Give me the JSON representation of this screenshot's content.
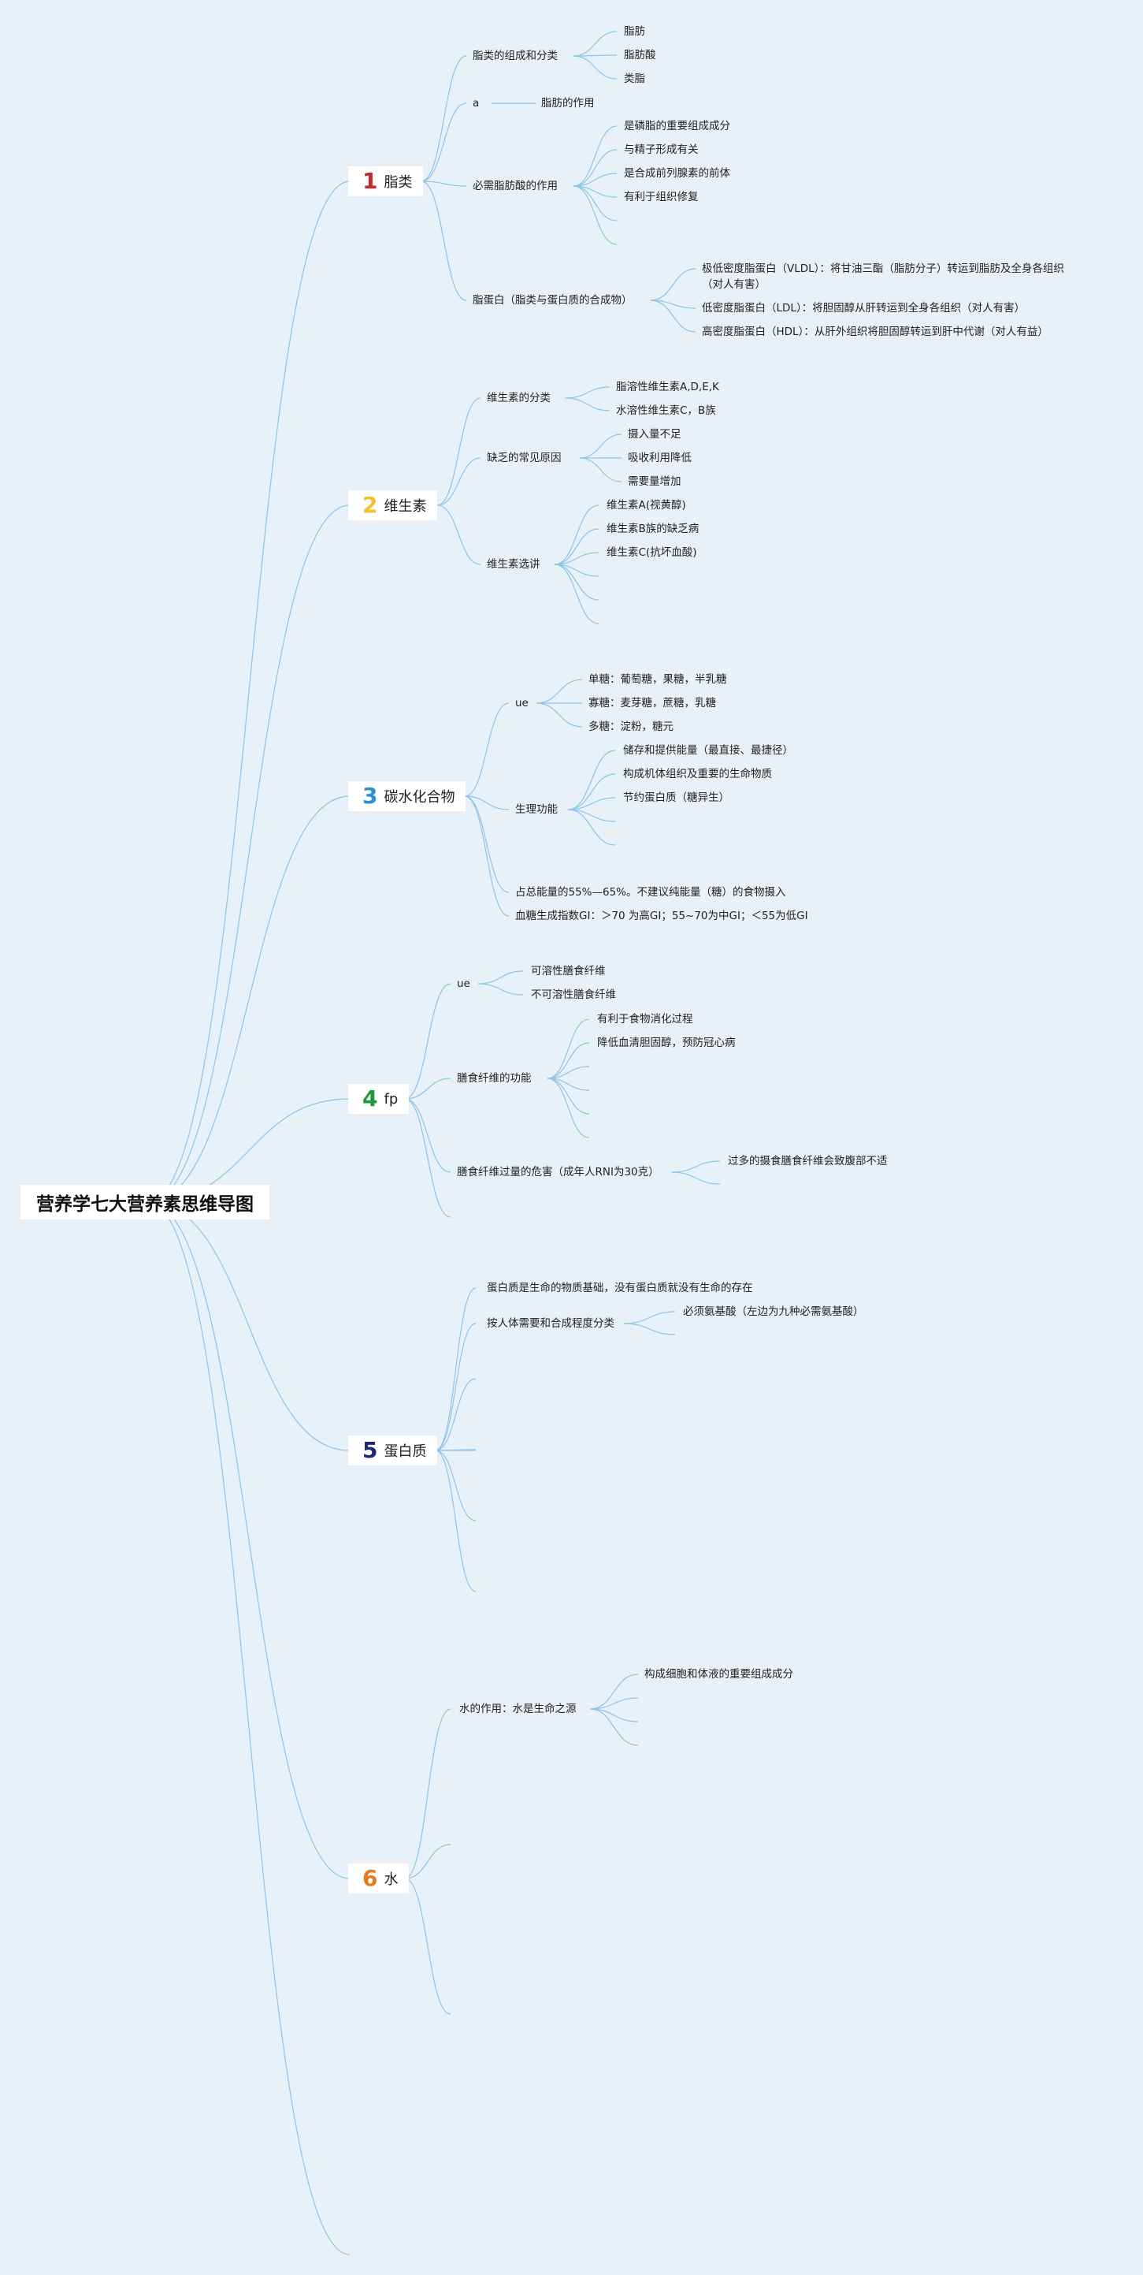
{
  "root": {
    "title": "营养学七大营养素思维导图"
  },
  "categories": [
    {
      "number": "1",
      "name": "脂类",
      "color": "#c62b2b"
    },
    {
      "number": "2",
      "name": "维生素",
      "color": "#f2c32d"
    },
    {
      "number": "3",
      "name": "碳水化合物",
      "color": "#2e8fd1"
    },
    {
      "number": "4",
      "name": "fp",
      "color": "#1f9a3a"
    },
    {
      "number": "5",
      "name": "蛋白质",
      "color": "#1b2a78"
    },
    {
      "number": "6",
      "name": "水",
      "color": "#e67a1e"
    }
  ],
  "labels": {
    "lipid_composition": "脂类的组成和分类",
    "fat": "脂肪",
    "fatty_acid": "脂肪酸",
    "lipoid": "类脂",
    "a": "a",
    "fat_function": "脂肪的作用",
    "efa_function": "必需脂肪酸的作用",
    "efa_1": "是磷脂的重要组成成分",
    "efa_2": "与精子形成有关",
    "efa_3": "是合成前列腺素的前体",
    "efa_4": "有利于组织修复",
    "lipoprotein": "脂蛋白（脂类与蛋白质的合成物）",
    "vldl_1": "极低密度脂蛋白（VLDL）：将甘油三酯（脂肪分子）转运到脂肪及全身各组织",
    "vldl_2": "（对人有害）",
    "ldl": "低密度脂蛋白（LDL）：将胆固醇从肝转运到全身各组织（对人有害）",
    "hdl": "高密度脂蛋白（HDL）：从肝外组织将胆固醇转运到肝中代谢（对人有益）",
    "vit_class": "维生素的分类",
    "fat_soluble": "脂溶性维生素A,D,E,K",
    "water_soluble": "水溶性维生素C，B族",
    "deficiency": "缺乏的常见原因",
    "def_1": "摄入量不足",
    "def_2": "吸收利用降低",
    "def_3": "需要量增加",
    "vit_detail": "维生素选讲",
    "vit_a": "维生素A(视黄醇)",
    "vit_b": "维生素B族的缺乏病",
    "vit_c": "维生素C(抗坏血酸)",
    "carb_ue": "ue",
    "mono": "单糖：葡萄糖，果糖，半乳糖",
    "di": "寡糖：麦芽糖，蔗糖，乳糖",
    "poly": "多糖：淀粉，糖元",
    "physio": "生理功能",
    "phy_1": "储存和提供能量（最直接、最捷径）",
    "phy_2": "构成机体组织及重要的生命物质",
    "phy_3": "节约蛋白质（糖异生）",
    "energy_ratio": "占总能量的55%—65%。不建议纯能量（糖）的食物摄入",
    "gi": "血糖生成指数GI：＞70 为高GI；55~70为中GI；＜55为低GI",
    "fp_ue": "ue",
    "soluble_fiber": "可溶性膳食纤维",
    "insoluble_fiber": "不可溶性膳食纤维",
    "fiber_function": "膳食纤维的功能",
    "fib_1": "有利于食物消化过程",
    "fib_2": "降低血清胆固醇，预防冠心病",
    "fiber_excess": "膳食纤维过量的危害（成年人RNI为30克）",
    "fiber_excess_1": "过多的摄食膳食纤维会致腹部不适",
    "protein_basis": "蛋白质是生命的物质基础，没有蛋白质就没有生命的存在",
    "protein_class": "按人体需要和合成程度分类",
    "eaa": "必须氨基酸（左边为九种必需氨基酸）",
    "water_function": "水的作用：水是生命之源",
    "water_1": "构成细胞和体液的重要组成成分"
  }
}
